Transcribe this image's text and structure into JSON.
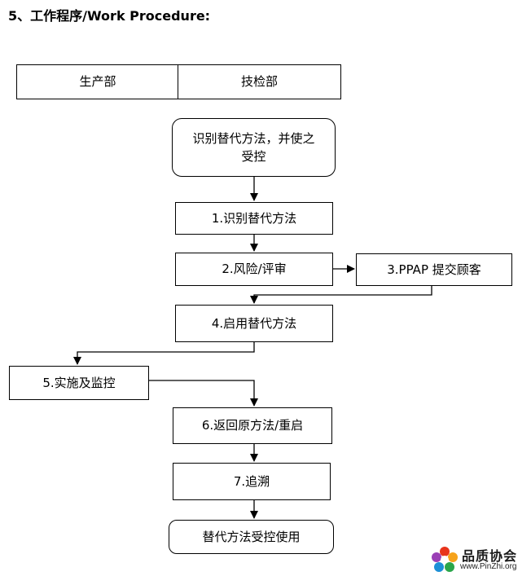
{
  "heading": "5、工作程序/Work Procedure:",
  "departments": [
    "生产部",
    "技检部"
  ],
  "nodes": {
    "start": "识别替代方法，并使之受控",
    "step1": "1.识别替代方法",
    "step2": "2.风险/评审",
    "step3": "3.PPAP 提交顾客",
    "step4": "4.启用替代方法",
    "step5": "5.实施及监控",
    "step6": "6.返回原方法/重启",
    "step7": "7.追溯",
    "end": "替代方法受控使用"
  },
  "logo": {
    "title": "品质协会",
    "url": "www.PinZhi.org"
  }
}
